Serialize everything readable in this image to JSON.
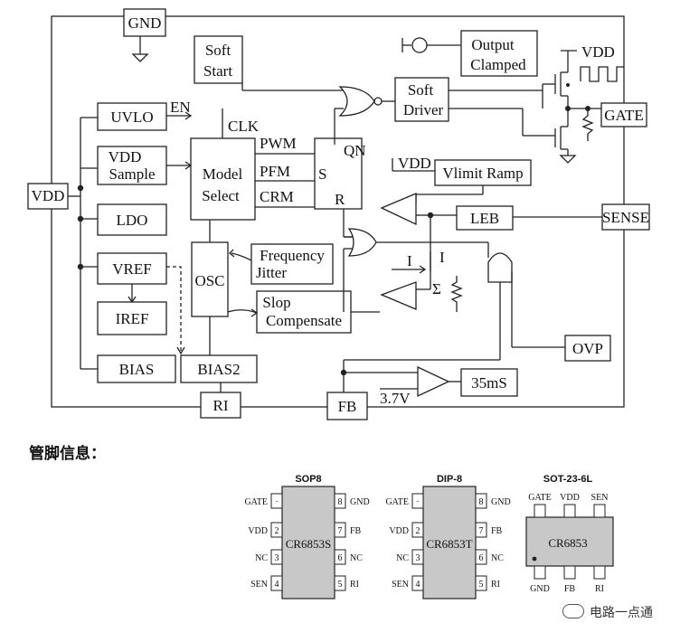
{
  "block_diagram": {
    "pins": {
      "gnd": "GND",
      "vdd": "VDD",
      "gate": "GATE",
      "sense": "SENSE",
      "ri": "RI",
      "fb": "FB"
    },
    "blocks": {
      "soft_start": [
        "Soft",
        "Start"
      ],
      "output_clamped": [
        "Output",
        "Clamped"
      ],
      "soft_driver": [
        "Soft",
        "Driver"
      ],
      "uvlo": "UVLO",
      "vdd_sample": [
        "VDD",
        "Sample"
      ],
      "ldo": "LDO",
      "vref": "VREF",
      "iref": "IREF",
      "bias": "BIAS",
      "bias2": "BIAS2",
      "model_select": [
        "Model",
        "Select"
      ],
      "osc": "OSC",
      "freq_jitter": [
        "Frequency",
        "Jitter"
      ],
      "slop_comp": [
        "Slop",
        "Compensate"
      ],
      "vlimit_ramp": "Vlimit Ramp",
      "leb": "LEB",
      "ovp": "OVP",
      "timer": "35mS"
    },
    "labels": {
      "en": "EN",
      "clk": "CLK",
      "pwm": "PWM",
      "pfm": "PFM",
      "crm": "CRM",
      "qn": "QN",
      "s": "S",
      "r": "R",
      "vdd_top": "VDD",
      "vdd_ramp": "VDD",
      "i1": "I",
      "i2": "I",
      "sigma": "Σ",
      "v37": "3.7V"
    }
  },
  "pin_info": {
    "title": "管脚信息：",
    "sop8": {
      "title": "SOP8",
      "part": "CR6853S",
      "left": [
        {
          "label": "GATE",
          "num": "·"
        },
        {
          "label": "VDD",
          "num": "2"
        },
        {
          "label": "NC",
          "num": "3"
        },
        {
          "label": "SEN",
          "num": "4"
        }
      ],
      "right": [
        {
          "label": "GND",
          "num": "8"
        },
        {
          "label": "FB",
          "num": "7"
        },
        {
          "label": "NC",
          "num": "6"
        },
        {
          "label": "RI",
          "num": "5"
        }
      ]
    },
    "dip8": {
      "title": "DIP-8",
      "part": "CR6853T",
      "left": [
        {
          "label": "GATE",
          "num": "·"
        },
        {
          "label": "VDD",
          "num": "2"
        },
        {
          "label": "NC",
          "num": "3"
        },
        {
          "label": "SEN",
          "num": "4"
        }
      ],
      "right": [
        {
          "label": "GND",
          "num": "8"
        },
        {
          "label": "FB",
          "num": "7"
        },
        {
          "label": "NC",
          "num": "6"
        },
        {
          "label": "RI",
          "num": "5"
        }
      ]
    },
    "sot23": {
      "title": "SOT-23-6L",
      "part": "CR6853",
      "top": [
        "GATE",
        "VDD",
        "SEN"
      ],
      "bottom": [
        "GND",
        "FB",
        "RI"
      ]
    }
  },
  "watermark": "电路一点通"
}
